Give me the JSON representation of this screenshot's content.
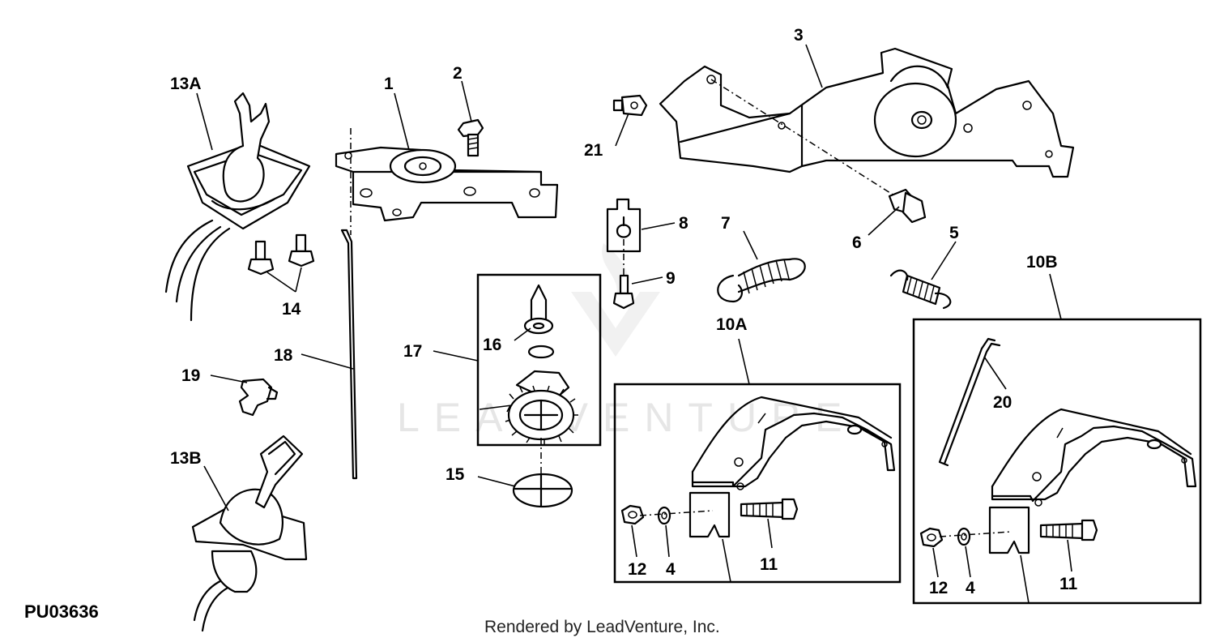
{
  "figure_id": "PU03636",
  "credit": "Rendered by LeadVenture, Inc.",
  "watermark": "LEADVENTURE",
  "callouts": {
    "c1": "1",
    "c2": "2",
    "c3": "3",
    "c4a": "4",
    "c4b": "4",
    "c5": "5",
    "c6": "6",
    "c7": "7",
    "c8": "8",
    "c9": "9",
    "c10a": "10A",
    "c10b": "10B",
    "c11a": "11",
    "c11b": "11",
    "c12a": "12",
    "c12b": "12",
    "c13a": "13A",
    "c13b": "13B",
    "c14": "14",
    "c15": "15",
    "c16": "16",
    "c17": "17",
    "c18": "18",
    "c19": "19",
    "c20": "20",
    "c21": "21"
  }
}
